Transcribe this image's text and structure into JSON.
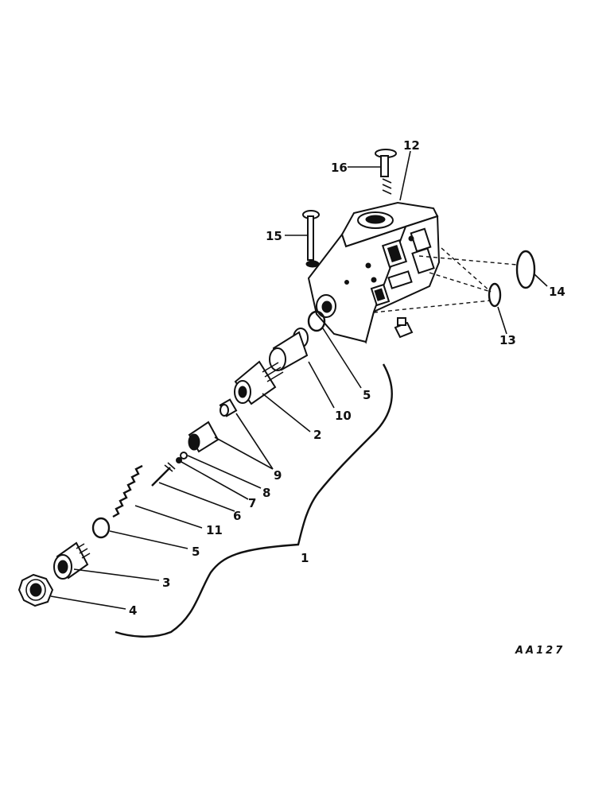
{
  "diagram": {
    "callouts": [
      {
        "id": "c16",
        "text": "16"
      },
      {
        "id": "c12",
        "text": "12"
      },
      {
        "id": "c15",
        "text": "15"
      },
      {
        "id": "c14",
        "text": "14"
      },
      {
        "id": "c13",
        "text": "13"
      },
      {
        "id": "c5a",
        "text": "5"
      },
      {
        "id": "c10",
        "text": "10"
      },
      {
        "id": "c2",
        "text": "2"
      },
      {
        "id": "c9",
        "text": "9"
      },
      {
        "id": "c8",
        "text": "8"
      },
      {
        "id": "c7",
        "text": "7"
      },
      {
        "id": "c6",
        "text": "6"
      },
      {
        "id": "c11",
        "text": "11"
      },
      {
        "id": "c5b",
        "text": "5"
      },
      {
        "id": "c1",
        "text": "1"
      },
      {
        "id": "c3",
        "text": "3"
      },
      {
        "id": "c4",
        "text": "4"
      }
    ],
    "figure_code": "AA127"
  }
}
